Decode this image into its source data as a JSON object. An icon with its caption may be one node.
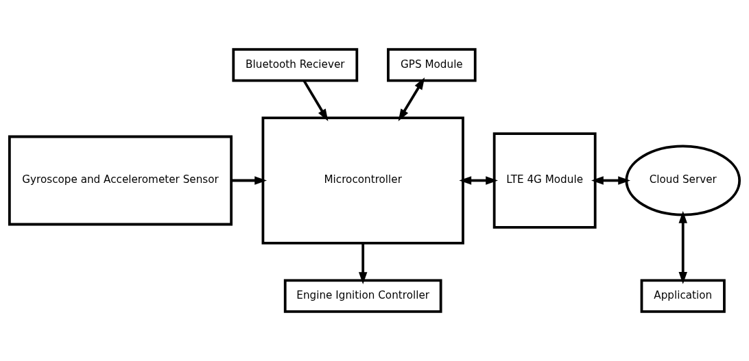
{
  "diagram": {
    "nodes": [
      {
        "text": [
          "Bluetooth Reciever"
        ]
      },
      {
        "text": [
          "GPS Module"
        ]
      },
      {
        "text": [
          "Gyroscope and Accelerometer Sensor"
        ]
      },
      {
        "text": [
          "Microcontroller"
        ]
      },
      {
        "text": [
          "LTE 4G Module"
        ]
      },
      {
        "text": [
          "Cloud Server"
        ]
      },
      {
        "text": [
          "Engine Ignition Controller"
        ]
      },
      {
        "text": [
          "Application"
        ]
      }
    ],
    "edges": [
      {
        "from": 0,
        "to": 3,
        "arrow": "to"
      },
      {
        "from": 1,
        "to": 3,
        "arrow": "both"
      },
      {
        "from": 2,
        "to": 3,
        "arrow": "to"
      },
      {
        "from": 3,
        "to": 4,
        "arrow": "both"
      },
      {
        "from": 4,
        "to": 5,
        "arrow": "both"
      },
      {
        "from": 5,
        "to": 7,
        "arrow": "both"
      },
      {
        "from": 3,
        "to": 6,
        "arrow": "to"
      }
    ]
  }
}
